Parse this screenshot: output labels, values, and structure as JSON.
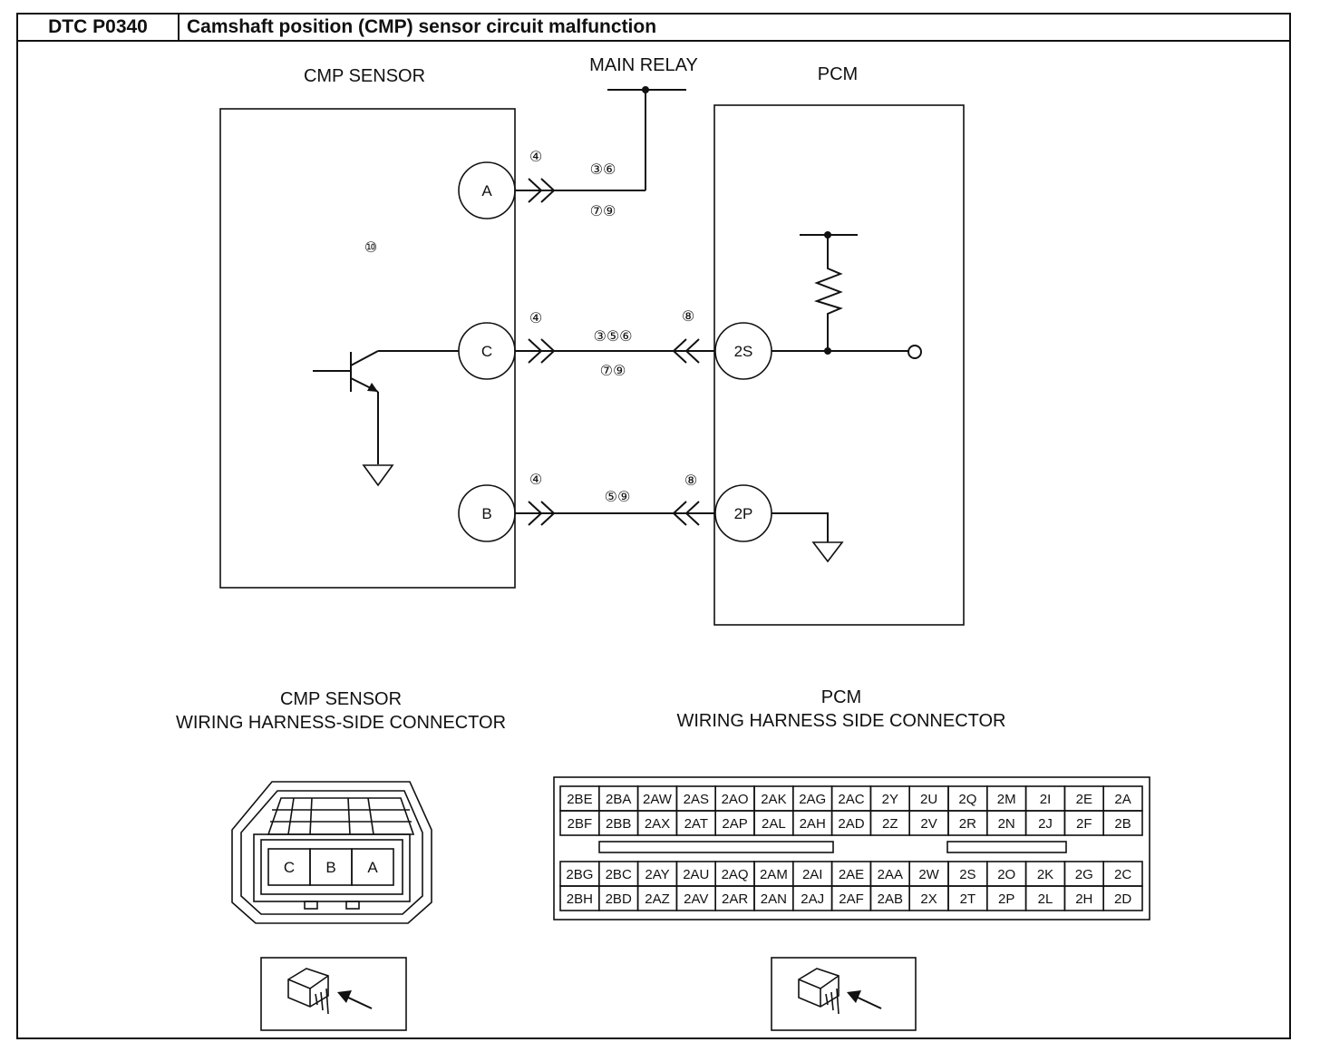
{
  "header": {
    "code": "DTC P0340",
    "title": "Camshaft position (CMP) sensor circuit malfunction"
  },
  "labels": {
    "cmp_sensor": "CMP SENSOR",
    "main_relay": "MAIN RELAY",
    "pcm": "PCM",
    "cmp_conn_line1": "CMP SENSOR",
    "cmp_conn_line2": "WIRING HARNESS-SIDE CONNECTOR",
    "pcm_conn_line1": "PCM",
    "pcm_conn_line2": "WIRING HARNESS SIDE CONNECTOR"
  },
  "pins": {
    "A": "A",
    "C": "C",
    "B": "B",
    "p2S": "2S",
    "p2P": "2P"
  },
  "step_markers": {
    "sensor": "⑩",
    "a_conn": "④",
    "a_top": "③⑥",
    "a_bot": "⑦⑨",
    "c_conn": "④",
    "c_top": "③⑤⑥",
    "c_bot": "⑦⑨",
    "c_pcm": "⑧",
    "b_conn": "④",
    "b_mid": "⑤⑨",
    "b_pcm": "⑧"
  },
  "cmp_connector_pins": [
    "C",
    "B",
    "A"
  ],
  "pcm_connector": {
    "upper": [
      [
        "2BE",
        "2BA",
        "2AW",
        "2AS",
        "2AO",
        "2AK",
        "2AG",
        "2AC",
        "2Y",
        "2U",
        "2Q",
        "2M",
        "2I",
        "2E",
        "2A"
      ],
      [
        "2BF",
        "2BB",
        "2AX",
        "2AT",
        "2AP",
        "2AL",
        "2AH",
        "2AD",
        "2Z",
        "2V",
        "2R",
        "2N",
        "2J",
        "2F",
        "2B"
      ]
    ],
    "lower": [
      [
        "2BG",
        "2BC",
        "2AY",
        "2AU",
        "2AQ",
        "2AM",
        "2AI",
        "2AE",
        "2AA",
        "2W",
        "2S",
        "2O",
        "2K",
        "2G",
        "2C"
      ],
      [
        "2BH",
        "2BD",
        "2AZ",
        "2AV",
        "2AR",
        "2AN",
        "2AJ",
        "2AF",
        "2AB",
        "2X",
        "2T",
        "2P",
        "2L",
        "2H",
        "2D"
      ]
    ]
  }
}
